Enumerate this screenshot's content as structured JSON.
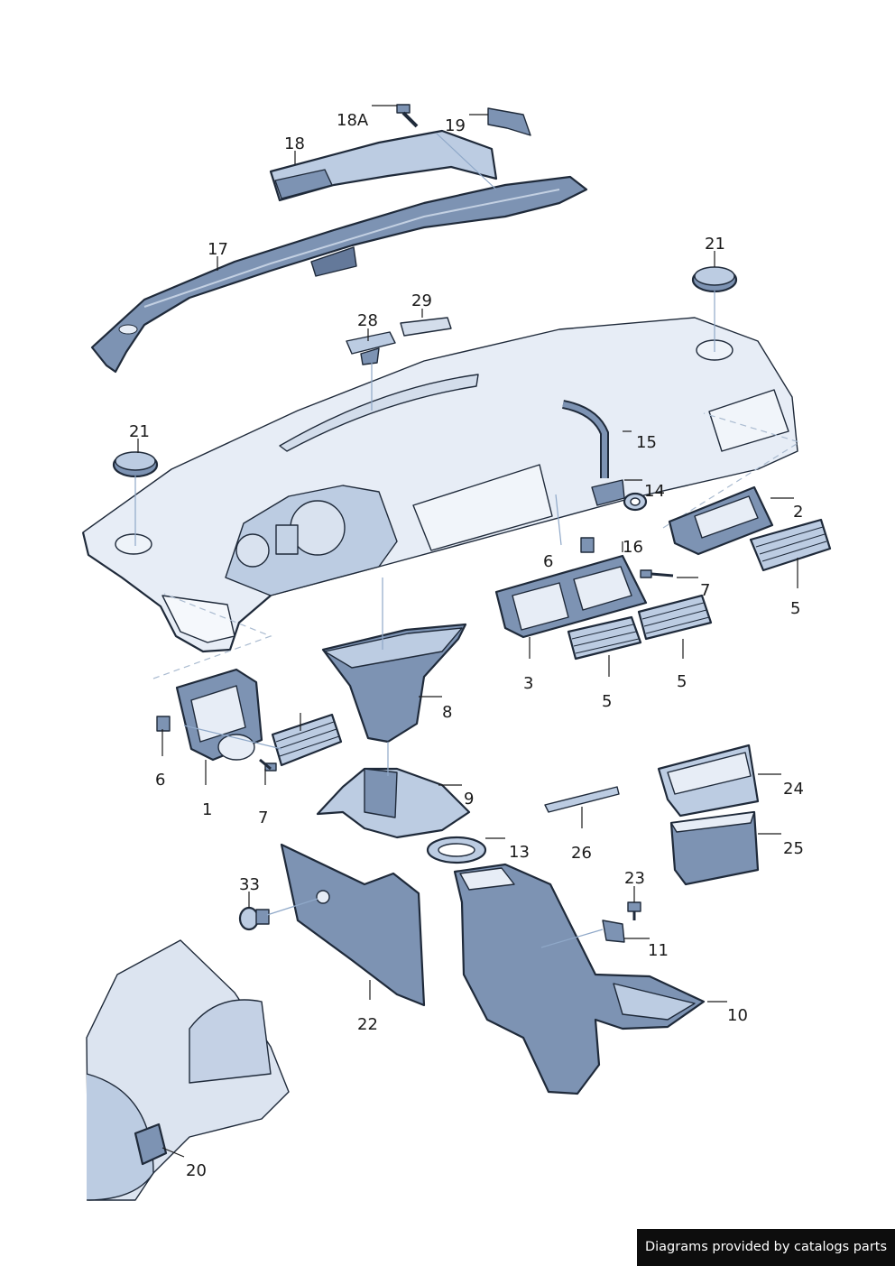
{
  "labels": {
    "p1": "1",
    "p2": "2",
    "p3": "3",
    "p5a": "5",
    "p5b": "5",
    "p5c": "5",
    "p6a": "6",
    "p6b": "6",
    "p7a": "7",
    "p7b": "7",
    "p8": "8",
    "p9": "9",
    "p10": "10",
    "p11": "11",
    "p13": "13",
    "p14": "14",
    "p15": "15",
    "p16": "16",
    "p17": "17",
    "p18": "18",
    "p18a": "18A",
    "p19": "19",
    "p20": "20",
    "p21a": "21",
    "p21b": "21",
    "p22": "22",
    "p23": "23",
    "p24": "24",
    "p25": "25",
    "p26": "26",
    "p28": "28",
    "p29": "29",
    "p33": "33"
  },
  "credit": "Diagrams provided by catalogs parts",
  "colors": {
    "fill_light": "#e7edf6",
    "fill_mid": "#bccce2",
    "fill_dark": "#7d93b3",
    "outline": "#1f2a3a"
  }
}
